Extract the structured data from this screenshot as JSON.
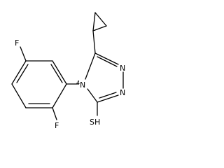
{
  "molecule": {
    "labels": {
      "f_top": "F",
      "f_bottom": "F",
      "n_ring": "N",
      "n_upper": "N",
      "n_lower": "N",
      "sh": "SH",
      "n_ring_number": "4"
    }
  }
}
